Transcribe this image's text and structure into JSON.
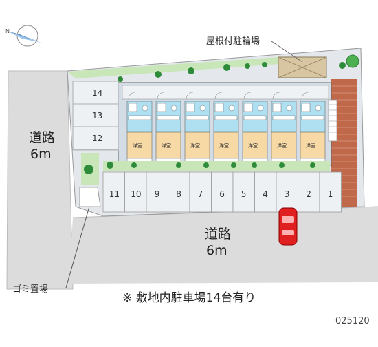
{
  "labels": {
    "road_left_line1": "道路",
    "road_left_line2": "6m",
    "road_bottom_line1": "道路",
    "road_bottom_line2": "6m",
    "bicycle_parking": "屋根付駐輪場",
    "garbage": "ゴミ置場",
    "note": "※ 敷地内駐車場14台有り",
    "code": "025120",
    "room_label": "洋室"
  },
  "parking_spaces_upper": [
    "14",
    "13",
    "12"
  ],
  "parking_spaces_lower": [
    "11",
    "10",
    "9",
    "8",
    "7",
    "6",
    "5",
    "4",
    "3",
    "2",
    "1"
  ],
  "unit_count": 7,
  "colors": {
    "road": "#dcdcdc",
    "site": "#e4e8ec",
    "room": "#f7d9a6",
    "wet_area": "#aee0f2",
    "brick": "#c0684a",
    "car": "#e02020",
    "greenery": "#2e8b3a"
  }
}
